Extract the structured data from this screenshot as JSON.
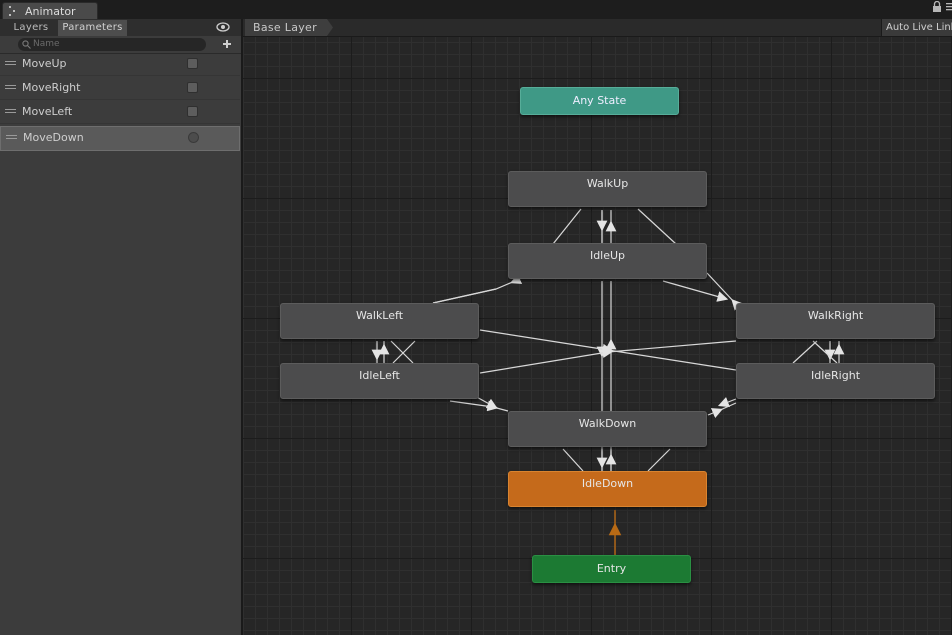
{
  "window": {
    "title": "Animator"
  },
  "left_panel": {
    "tabs": [
      {
        "label": "Layers"
      },
      {
        "label": "Parameters"
      }
    ],
    "search": {
      "placeholder": "Name"
    },
    "parameters": [
      {
        "name": "MoveUp",
        "type": "trigger",
        "selected": false
      },
      {
        "name": "MoveRight",
        "type": "trigger",
        "selected": false
      },
      {
        "name": "MoveLeft",
        "type": "trigger",
        "selected": false
      },
      {
        "name": "MoveDown",
        "type": "trigger",
        "selected": true
      }
    ]
  },
  "graph": {
    "breadcrumb": "Base Layer",
    "auto_live_link": "Auto Live Link",
    "states": {
      "any_state": "Any State",
      "walk_up": "WalkUp",
      "idle_up": "IdleUp",
      "walk_left": "WalkLeft",
      "walk_right": "WalkRight",
      "idle_left": "IdleLeft",
      "idle_right": "IdleRight",
      "walk_down": "WalkDown",
      "idle_down": "IdleDown",
      "entry": "Entry"
    }
  },
  "icons": {
    "lock": "lock-icon",
    "menu": "menu-icon",
    "visibility": "eye-icon",
    "search": "search-icon",
    "add": "plus-icon",
    "drag_handle": "drag-handle-icon"
  },
  "colors": {
    "any_state": "#3f9986",
    "default_state": "#c56a1b",
    "entry": "#1c7a33",
    "state": "#4c4c4d",
    "transition": "#d8d8d8",
    "default_transition": "#b86a15"
  }
}
